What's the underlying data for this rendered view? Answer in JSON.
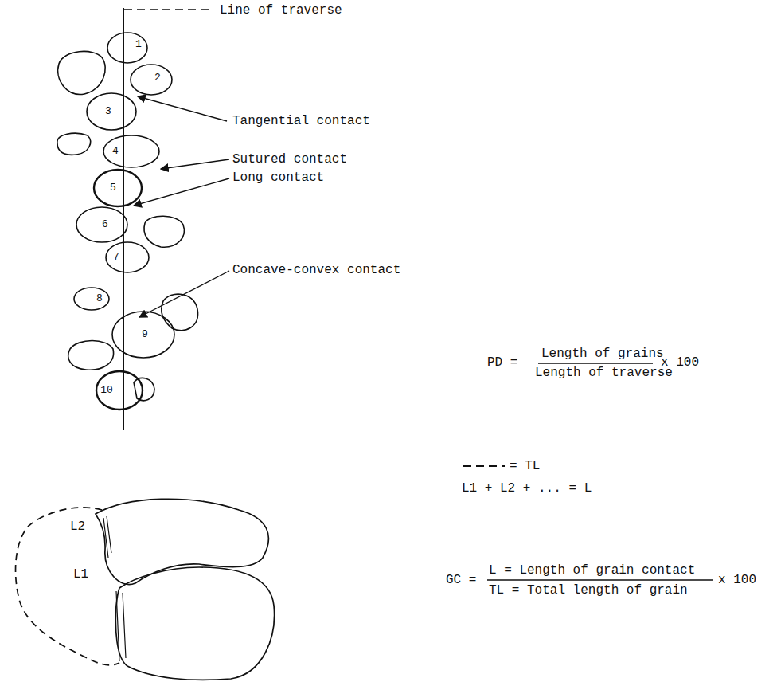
{
  "diagram": {
    "nodes": [
      {
        "text": [
          "1"
        ]
      },
      {
        "text": [
          "2"
        ]
      },
      {
        "text": [
          "3"
        ]
      },
      {
        "text": [
          "4"
        ]
      },
      {
        "text": [
          "5"
        ]
      },
      {
        "text": [
          "6"
        ]
      },
      {
        "text": [
          "7"
        ]
      },
      {
        "text": [
          "8"
        ]
      },
      {
        "text": [
          "9"
        ]
      },
      {
        "text": [
          "10"
        ]
      }
    ],
    "labels": [
      "Line of traverse",
      "Tangential contact",
      "Sutured contact",
      "Long contact",
      "Concave-convex contact",
      "PD =",
      "Length of grains",
      "Length of traverse",
      "x 100",
      "= TL",
      "L1 + L2 + ... = L",
      "L2",
      "L1",
      "GC =",
      "L = Length of grain contact",
      "TL = Total length of grain",
      "x 100"
    ]
  }
}
